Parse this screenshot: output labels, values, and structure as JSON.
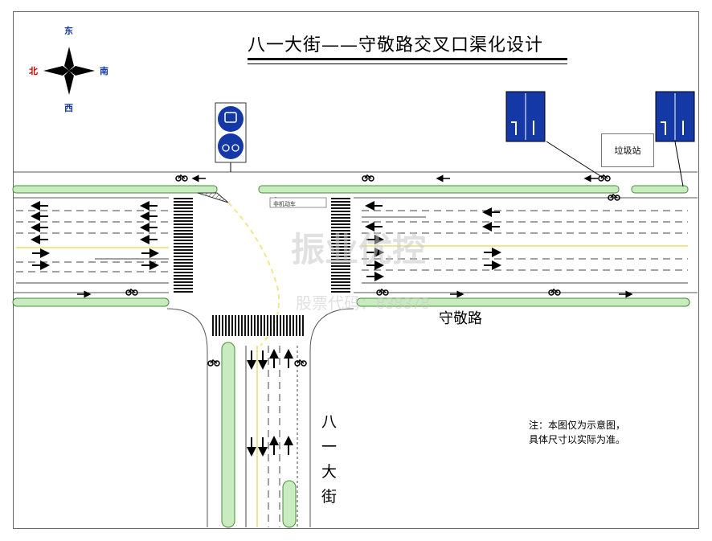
{
  "title": "八一大街——守敬路交叉口渠化设计",
  "road_name": "守敬路",
  "street_name": "八一大街",
  "trash_station": "垃圾站",
  "nonmotor_lane_label": "非机动车",
  "note": {
    "line1": "注：本图仅为示意图，",
    "line2": "具体尺寸以实际为准。"
  },
  "compass": {
    "north": "北",
    "east": "东",
    "south": "南",
    "west": "西"
  },
  "watermark": {
    "brand": "振业优控",
    "stock": "股票代码：838378"
  },
  "colors": {
    "sign_blue": "#1438a6",
    "median_green": "#c8ecc0",
    "median_border": "#4a8a3a",
    "centerline_yellow": "#f0e68c"
  },
  "icons": [
    "compass-icon",
    "bus-turn-sign-icon",
    "bike-lane-sign-icon",
    "lane-direction-sign-icon",
    "bicycle-icon",
    "arrow-icon"
  ]
}
